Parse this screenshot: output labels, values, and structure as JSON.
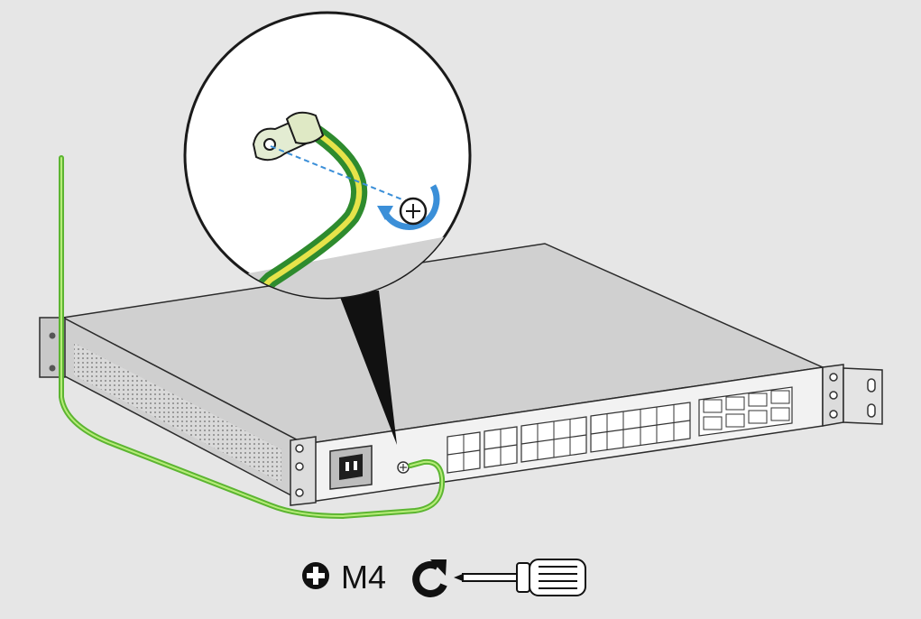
{
  "diagram": {
    "kind": "grounding-cable-installation",
    "device": "1U rack switch",
    "cable_colors": {
      "green": "#5cb531",
      "yellow": "#e6e34a",
      "bright_green": "#9fe05a"
    },
    "accent_blue": "#3b8fd8",
    "background": "#e6e6e6",
    "tool_legend": {
      "screw_type_icon": "phillips-screw-icon",
      "screw_size": "M4",
      "rotation_icon": "clockwise-arrow-icon",
      "tool_icon": "screwdriver-icon"
    },
    "front_panel": {
      "sfp_groups": [
        2,
        2,
        4,
        6
      ],
      "rj45_columns": 4,
      "rj45_rows": 2
    }
  }
}
